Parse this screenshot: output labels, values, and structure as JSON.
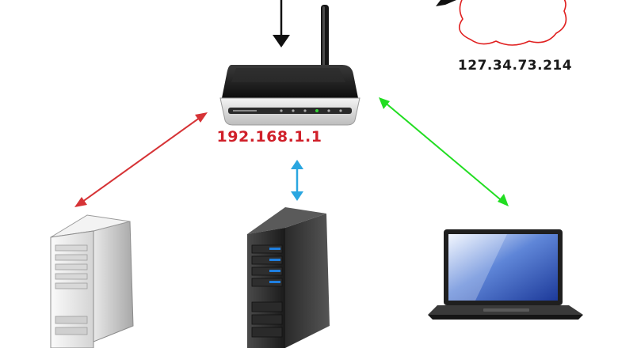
{
  "labels": {
    "router_ip": "192.168.1.1",
    "public_ip": "127.34.73.214"
  },
  "devices": [
    {
      "icon": "router-icon"
    },
    {
      "icon": "internet-cloud-icon"
    },
    {
      "icon": "server-tower-icon"
    },
    {
      "icon": "server-rack-icon"
    },
    {
      "icon": "laptop-icon"
    }
  ],
  "links": [
    {
      "from": "router-icon",
      "to": "server-tower-icon",
      "arrow": "double",
      "color": "#d63336"
    },
    {
      "from": "router-icon",
      "to": "server-rack-icon",
      "arrow": "double",
      "color": "#2aa6e0"
    },
    {
      "from": "router-icon",
      "to": "laptop-icon",
      "arrow": "double",
      "color": "#22dd22"
    },
    {
      "from": "internet-cloud-icon",
      "to": "router-icon",
      "arrow": "single",
      "color": "#111111"
    }
  ],
  "colors": {
    "router_ip_text": "#d0202a",
    "cloud_outline": "#e02020",
    "router_body": "#1c1c1c"
  }
}
